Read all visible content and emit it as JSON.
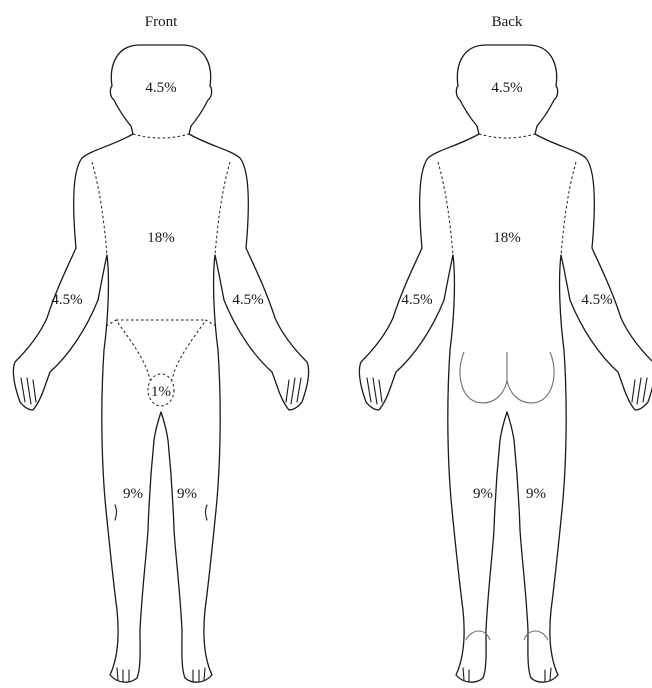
{
  "figures": [
    {
      "title": "Front",
      "labels": {
        "head": "4.5%",
        "trunk": "18%",
        "left_arm": "4.5%",
        "right_arm": "4.5%",
        "genitals": "1%",
        "left_leg": "9%",
        "right_leg": "9%"
      }
    },
    {
      "title": "Back",
      "labels": {
        "head": "4.5%",
        "trunk": "18%",
        "left_arm": "4.5%",
        "right_arm": "4.5%",
        "left_leg": "9%",
        "right_leg": "9%"
      }
    }
  ]
}
